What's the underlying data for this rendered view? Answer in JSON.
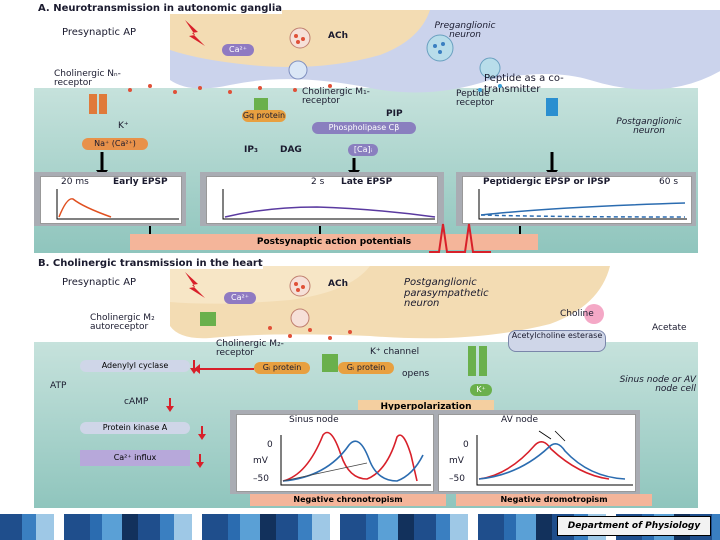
{
  "panelA": {
    "title": "A. Neurotransmission in autonomic ganglia",
    "presynaptic_ap": "Presynaptic AP",
    "ca": "Ca²⁺",
    "ach": "ACh",
    "preganglionic": "Preganglionic neuron",
    "cholinergic_nn": "Cholinergic Nₙ-receptor",
    "cholinergic_m1": "Cholinergic M₁-receptor",
    "peptide_cotransmitter": "Peptide as a co-transmitter",
    "peptide_receptor": "Peptide receptor",
    "k": "K⁺",
    "na": "Na⁺ (Ca²⁺)",
    "gq": "Gq protein",
    "pip": "PIP",
    "phospholipase": "Phospholipase Cβ",
    "ip3": "IP₃",
    "dag": "DAG",
    "ca_i": "[Ca]ᵢ",
    "postganglionic": "Postganglionic neuron",
    "early_epsp": "Early EPSP",
    "early_time": "20 ms",
    "late_epsp": "Late EPSP",
    "late_time": "2 s",
    "peptidergic": "Peptidergic EPSP or IPSP",
    "peptidergic_time": "60 s",
    "post_ap": "Postsynaptic action potentials"
  },
  "panelB": {
    "title": "B. Cholinergic transmission in the heart",
    "presynaptic_ap": "Presynaptic AP",
    "ach": "ACh",
    "ca": "Ca²⁺",
    "postganglionic": "Postganglionic parasympathetic neuron",
    "m_auto": "Cholinergic M₂ autoreceptor",
    "m2": "Cholinergic M₂-receptor",
    "choline": "Choline",
    "acetate": "Acetate",
    "ache": "Acetylcholine esterase",
    "adenylyl": "Adenylyl cyclase",
    "gi": "Gᵢ protein",
    "gi2": "Gᵢ protein",
    "k_channel": "K⁺ channel",
    "opens": "opens",
    "k": "K⁺",
    "atp": "ATP",
    "camp": "cAMP",
    "pka": "Protein kinase A",
    "ca_influx": "Ca²⁺ influx",
    "sinus_label": "Sinus node or AV node cell",
    "hyperpolarization": "Hyperpolarization",
    "sinus_node": "Sinus node",
    "av_node": "AV node",
    "mv": "mV",
    "zero": "0",
    "minus50": "–50",
    "neg_chrono": "Negative chronotropism",
    "neg_dromo": "Negative dromotropism"
  },
  "footer": {
    "department": "Department of Physiology",
    "stripe_colors": [
      "#1f4e8c",
      "#3a7fc1",
      "#9ec8e6",
      "#ffffff",
      "#1f4e8c",
      "#2b6cb0",
      "#5aa0d6",
      "#12315c"
    ]
  }
}
